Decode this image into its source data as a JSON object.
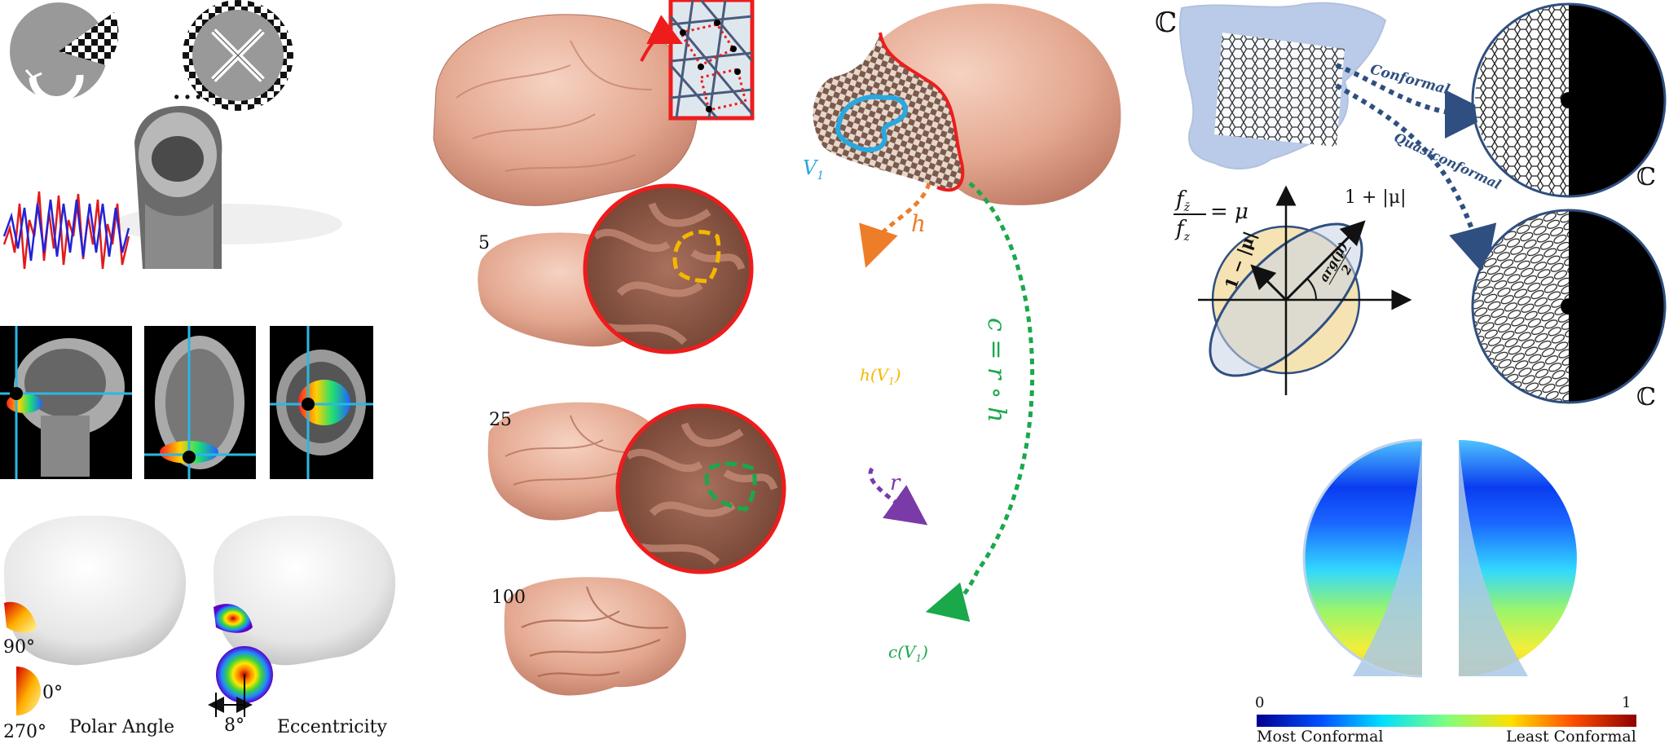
{
  "retinotopy": {
    "ellipsis": "…",
    "polar_angle": {
      "label_top": "90°",
      "label_right": "0°",
      "label_bottom": "270°",
      "caption": "Polar Angle"
    },
    "eccentricity": {
      "size_label": "8°",
      "caption": "Eccentricity"
    }
  },
  "smoothing": {
    "levels": [
      "5",
      "25",
      "100"
    ]
  },
  "mapping": {
    "v1_label": "V",
    "v1_sub": "1",
    "h_label": "h",
    "hv1_label": "h(V",
    "hv1_sub": "1",
    "hv1_close": ")",
    "r_label": "r",
    "c_label": "c = r ∘ h",
    "cv1_label": "c(V",
    "cv1_sub": "1",
    "cv1_close": ")"
  },
  "theory": {
    "complex_symbol": "ℂ",
    "conformal_label": "Conformal",
    "quasiconformal_label": "Quasiconformal",
    "beltrami_equation": "= μ",
    "major_axis_label": "1 + |μ|",
    "minor_axis_label": "1 − |μ|",
    "angle_num": "arg(μ)",
    "angle_den": "2"
  },
  "colorbar": {
    "min_label": "0",
    "max_label": "1",
    "left_caption": "Most Conformal",
    "right_caption": "Least Conformal",
    "colors": [
      "#00008f",
      "#0050ff",
      "#00dfff",
      "#7fff7f",
      "#ffdf00",
      "#ff5000",
      "#8f0000"
    ]
  },
  "colors": {
    "red": "#ee1c1c",
    "orange": "#ee7d2a",
    "green": "#1aa84b",
    "purple": "#7a3aa8",
    "blue_dark": "#2f4f80",
    "v1_blue": "#29a8e0",
    "yellow": "#f5b800"
  }
}
